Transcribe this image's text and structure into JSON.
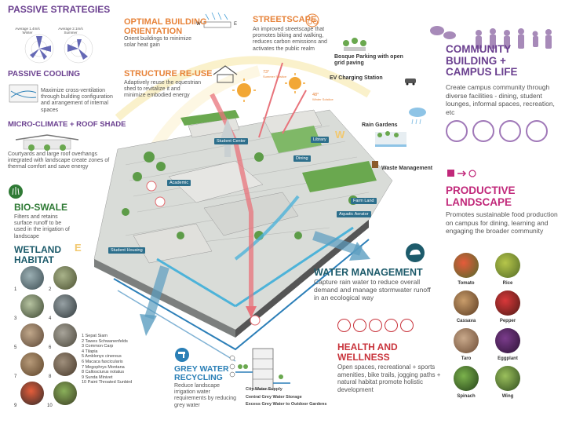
{
  "colors": {
    "purple": "#6a3f8f",
    "orange": "#e7833a",
    "teal": "#1d5b6b",
    "green": "#2f7a35",
    "magenta": "#c1287a",
    "red": "#c8333b",
    "blue": "#2a7fb6"
  },
  "passive_strategies": {
    "title": "PASSIVE STRATEGIES",
    "winter_label": "Average 1.4m/s Winter",
    "summer_label": "Average 2.1m/s Summer"
  },
  "passive_cooling": {
    "title": "PASSIVE COOLING",
    "text": "Maximize cross-ventilation through building configuration and arrangement of internal spaces"
  },
  "micro_climate": {
    "title": "MICRO-CLIMATE + ROOF SHADE",
    "text": "Courtyards and large roof overhangs integrated with landscape create zones of thermal comfort and save energy"
  },
  "bio_swale": {
    "title": "BIO-SWALE",
    "text": "Filters and retains surface runoff to be used in the irrigation of landscape"
  },
  "wetland": {
    "title": "WETLAND HABITAT",
    "numbers": [
      "1",
      "2",
      "3",
      "4",
      "5",
      "6",
      "7",
      "8",
      "9",
      "10"
    ],
    "species": [
      "1 Sepat Siam",
      "2 Tawes Schwanenfelds",
      "3 Common Carp",
      "4 Tilapia",
      "5 Amblonyx cinereus",
      "6 Macaca fascicularis",
      "7 Megophrys Montana",
      "8 Callosciurus notatus",
      "9 Sunda Minivet",
      "10 Paint Throated Sunbird"
    ]
  },
  "orientation": {
    "title": "OPTIMAL BUILDING ORIENTATION",
    "text": "Orient buildings to minimize solar heat gain",
    "w": "W",
    "e": "E"
  },
  "structure": {
    "title": "STRUCTURE RE-USE",
    "text": "Adaptively reuse the equestrian shed to revitalize it and minimize embodied energy"
  },
  "streetscape": {
    "title": "STREETSCAPE",
    "text": "An improved streetscape that promotes biking and walking, reduces carbon emissions and activates the public realm"
  },
  "bosque": {
    "text": "Bosque Parking with open grid paving"
  },
  "ev": {
    "text": "EV Charging Station"
  },
  "rain_gardens": {
    "text": "Rain Gardens"
  },
  "waste": {
    "text": "Waste Management"
  },
  "angles": {
    "summer": "73°",
    "summer_label": "Summer Solstice",
    "winter": "48°",
    "winter_label": "Winter Solstice"
  },
  "compass": {
    "w": "W",
    "e": "E"
  },
  "map_tags": {
    "student_center": "Student Center",
    "library": "Library",
    "dining": "Dining",
    "academic": "Academic",
    "farm_land": "Farm Land",
    "aquatic": "Aquatic Aerator",
    "housing": "Student Housing"
  },
  "community": {
    "title": "COMMUNITY BUILDING + CAMPUS LIFE",
    "text": "Create campus community through diverse facilities - dining, student lounges, informal spaces, recreation, etc"
  },
  "productive": {
    "title": "PRODUCTIVE LANDSCAPE",
    "text": "Promotes sustainable food production on campus for dining, learning and engaging the broader community",
    "crops": [
      "Tomato",
      "Rice",
      "Cassava",
      "Pepper",
      "Taro",
      "Eggplant",
      "Spinach",
      "Wing"
    ]
  },
  "water": {
    "title": "WATER MANAGEMENT",
    "text": "Capture rain water to reduce overall demand and manage stormwater runoff in an ecological way"
  },
  "health": {
    "title": "HEALTH AND WELLNESS",
    "text": "Open spaces, recreational + sports amenities, bike trails, jogging paths + natural habitat promote holistic development"
  },
  "grey_water": {
    "title": "GREY WATER RECYCLING",
    "text": "Reduce landscape irrigation water requirements by reducing grey water"
  },
  "water_legend": {
    "items": [
      "City Water Supply",
      "Central Grey Water Storage",
      "Excess Grey Water to Outdoor Gardens"
    ]
  }
}
